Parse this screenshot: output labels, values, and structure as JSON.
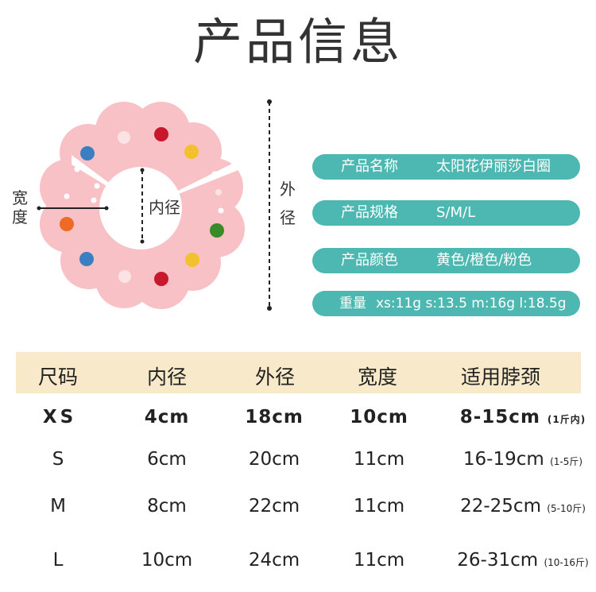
{
  "title": "产品信息",
  "dimensions": {
    "width_label": "宽度",
    "inner_label": "内径",
    "outer_label": "外径"
  },
  "info": [
    {
      "label": "产品名称",
      "value": "太阳花伊丽莎白圈"
    },
    {
      "label": "产品规格",
      "value": "S/M/L"
    },
    {
      "label": "产品颜色",
      "value": "黄色/橙色/粉色"
    }
  ],
  "weight": {
    "label": "重量",
    "value": "xs:11g s:13.5 m:16g l:18.5g"
  },
  "table": {
    "headers": [
      "尺码",
      "内径",
      "外径",
      "宽度",
      "适用脖颈"
    ],
    "rows": [
      {
        "size": "XS",
        "inner": "4cm",
        "outer": "18cm",
        "width": "10cm",
        "neck": "8-15cm",
        "note": "(1斤内)"
      },
      {
        "size": "S",
        "inner": "6cm",
        "outer": "20cm",
        "width": "11cm",
        "neck": "16-19cm",
        "note": "(1-5斤)"
      },
      {
        "size": "M",
        "inner": "8cm",
        "outer": "22cm",
        "width": "11cm",
        "neck": "22-25cm",
        "note": "(5-10斤)"
      },
      {
        "size": "L",
        "inner": "10cm",
        "outer": "24cm",
        "width": "11cm",
        "neck": "26-31cm",
        "note": "(10-16斤)"
      }
    ]
  },
  "colors": {
    "collar_pink": "#f7c1c6",
    "accent_teal": "#4db8b1",
    "table_header": "#f7e9c9",
    "dots": [
      "#3a7fc2",
      "#c8182c",
      "#f2c12e",
      "#ee6a25",
      "#3a8a2a"
    ]
  }
}
